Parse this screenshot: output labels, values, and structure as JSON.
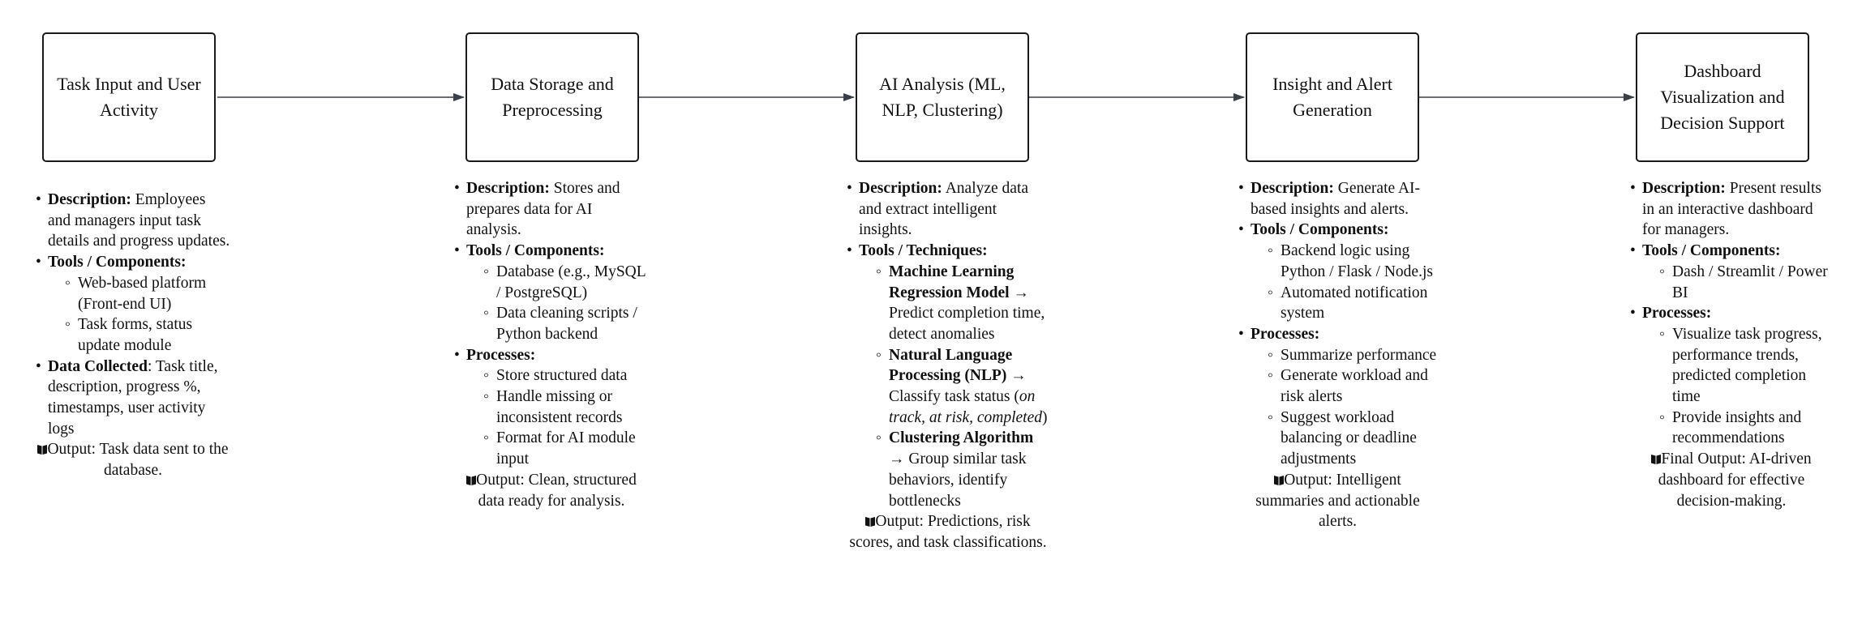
{
  "stages": [
    {
      "title": "Task Input and User Activity",
      "description": {
        "label": "Description:",
        "text": "Employees and managers input task details and progress updates."
      },
      "tools": {
        "label": "Tools / Components:",
        "items": [
          "Web-based platform (Front-end UI)",
          "Task forms, status update module"
        ]
      },
      "data_collected": {
        "label": "Data Collected",
        "text": ": Task title, description, progress %, timestamps, user activity logs"
      },
      "output": {
        "label": "Output:",
        "text": "Task data sent to the database."
      }
    },
    {
      "title": "Data Storage and Preprocessing",
      "description": {
        "label": "Description:",
        "text": "Stores and prepares data for AI analysis."
      },
      "tools": {
        "label": "Tools / Components:",
        "items": [
          "Database (e.g., MySQL / PostgreSQL)",
          "Data cleaning scripts / Python backend"
        ]
      },
      "processes": {
        "label": "Processes:",
        "items": [
          "Store structured data",
          "Handle missing or inconsistent records",
          "Format for AI module input"
        ]
      },
      "output": {
        "label": "Output:",
        "text": "Clean, structured data ready for analysis."
      }
    },
    {
      "title": "AI Analysis (ML, NLP, Clustering)",
      "description": {
        "label": "Description:",
        "text": "Analyze data and extract intelligent insights."
      },
      "tools": {
        "label": "Tools / Techniques:",
        "items": [
          {
            "strong": "Machine Learning Regression Model",
            "arrow": "→",
            "text": "Predict completion time, detect anomalies"
          },
          {
            "strong": "Natural Language Processing (NLP)",
            "arrow": "→",
            "text": "Classify task status (",
            "em": "on track, at risk, completed",
            "tail": ")"
          },
          {
            "strong": "Clustering Algorithm",
            "arrow": "→",
            "text": "Group similar task behaviors, identify bottlenecks"
          }
        ]
      },
      "output": {
        "label": "Output:",
        "text": "Predictions, risk scores, and task classifications."
      }
    },
    {
      "title": "Insight and Alert Generation",
      "description": {
        "label": "Description:",
        "text": "Generate AI-based insights and alerts."
      },
      "tools": {
        "label": "Tools / Components:",
        "items": [
          "Backend logic using Python / Flask / Node.js",
          "Automated notification system"
        ]
      },
      "processes": {
        "label": "Processes:",
        "items": [
          "Summarize performance",
          "Generate workload and risk alerts",
          "Suggest workload balancing or deadline adjustments"
        ]
      },
      "output": {
        "label": "Output:",
        "text": "Intelligent summaries and actionable alerts."
      }
    },
    {
      "title": "Dashboard Visualization and Decision Support",
      "description": {
        "label": "Description:",
        "text": "Present results in an interactive dashboard for managers."
      },
      "tools": {
        "label": "Tools / Components:",
        "items": [
          "Dash / Streamlit / Power BI"
        ]
      },
      "processes": {
        "label": "Processes:",
        "items": [
          "Visualize task progress, performance trends, predicted completion time",
          "Provide insights and recommendations"
        ]
      },
      "output": {
        "label": "Final Output:",
        "text": "AI-driven dashboard for effective decision-making."
      }
    }
  ],
  "colors": {
    "stroke": "#1a1a1a",
    "arrow": "#3a3f4a",
    "text": "#111111"
  },
  "icons": {
    "output_marker": "book-icon"
  }
}
